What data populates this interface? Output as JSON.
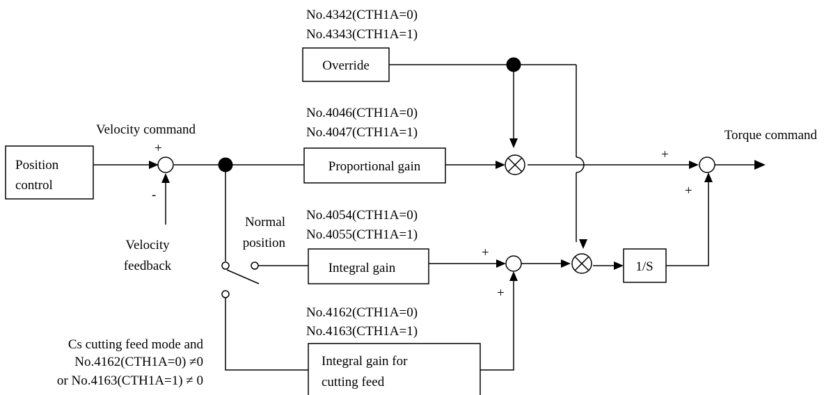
{
  "blocks": {
    "override": "Override",
    "position_control": [
      "Position",
      "control"
    ],
    "proportional_gain": "Proportional gain",
    "integral_gain": "Integral gain",
    "integrator": "1/S",
    "integral_gain_cutting": [
      "Integral gain for",
      "cutting feed"
    ]
  },
  "params": {
    "override": [
      "No.4342(CTH1A=0)",
      "No.4343(CTH1A=1)"
    ],
    "proportional": [
      "No.4046(CTH1A=0)",
      "No.4047(CTH1A=1)"
    ],
    "integral": [
      "No.4054(CTH1A=0)",
      "No.4055(CTH1A=1)"
    ],
    "integral_cutting": [
      "No.4162(CTH1A=0)",
      "No.4163(CTH1A=1)"
    ]
  },
  "signals": {
    "velocity_command": "Velocity command",
    "velocity_feedback": [
      "Velocity",
      "feedback"
    ],
    "torque_command": "Torque command",
    "normal_position": [
      "Normal",
      "position"
    ]
  },
  "condition": [
    "Cs cutting feed mode and",
    "No.4162(CTH1A=0) ≠0",
    "or No.4163(CTH1A=1) ≠ 0"
  ],
  "signs": {
    "sum1_plus": "+",
    "sum1_minus": "-",
    "sum_out_plus_top": "+",
    "sum_out_plus_bottom": "+",
    "sum_int_plus_left": "+",
    "sum_int_plus_bottom": "+"
  }
}
